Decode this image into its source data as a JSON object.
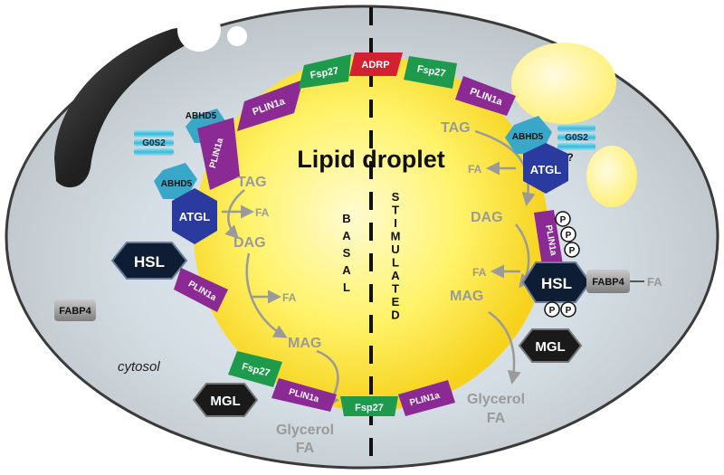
{
  "title": "Lipid droplet",
  "regions": {
    "basal": "BASAL",
    "stimulated": "STIMULATED",
    "cytosol": "cytosol"
  },
  "proteins": {
    "adrp": "ADRP",
    "fsp27": "Fsp27",
    "plin1a": "PLIN1a",
    "abhd5": "ABHD5",
    "g0s2": "G0S2",
    "g0s2_query": "?",
    "atgl": "ATGL",
    "hsl": "HSL",
    "fabp4": "FABP4",
    "mgl": "MGL",
    "phospho": "P"
  },
  "metabolites": {
    "tag": "TAG",
    "dag": "DAG",
    "mag": "MAG",
    "fa": "FA",
    "glycerol": "Glycerol"
  },
  "colors": {
    "cell": "#c8ced2",
    "droplet": "#fff15a",
    "plin": "#8b2a94",
    "fsp27": "#1e9a4c",
    "adrp": "#d22131",
    "abhd5": "#39a8c8",
    "atgl": "#2a3a9e",
    "hsl": "#0e1d33",
    "mgl": "#1a1a1a",
    "arrow": "#9a9a9a"
  }
}
